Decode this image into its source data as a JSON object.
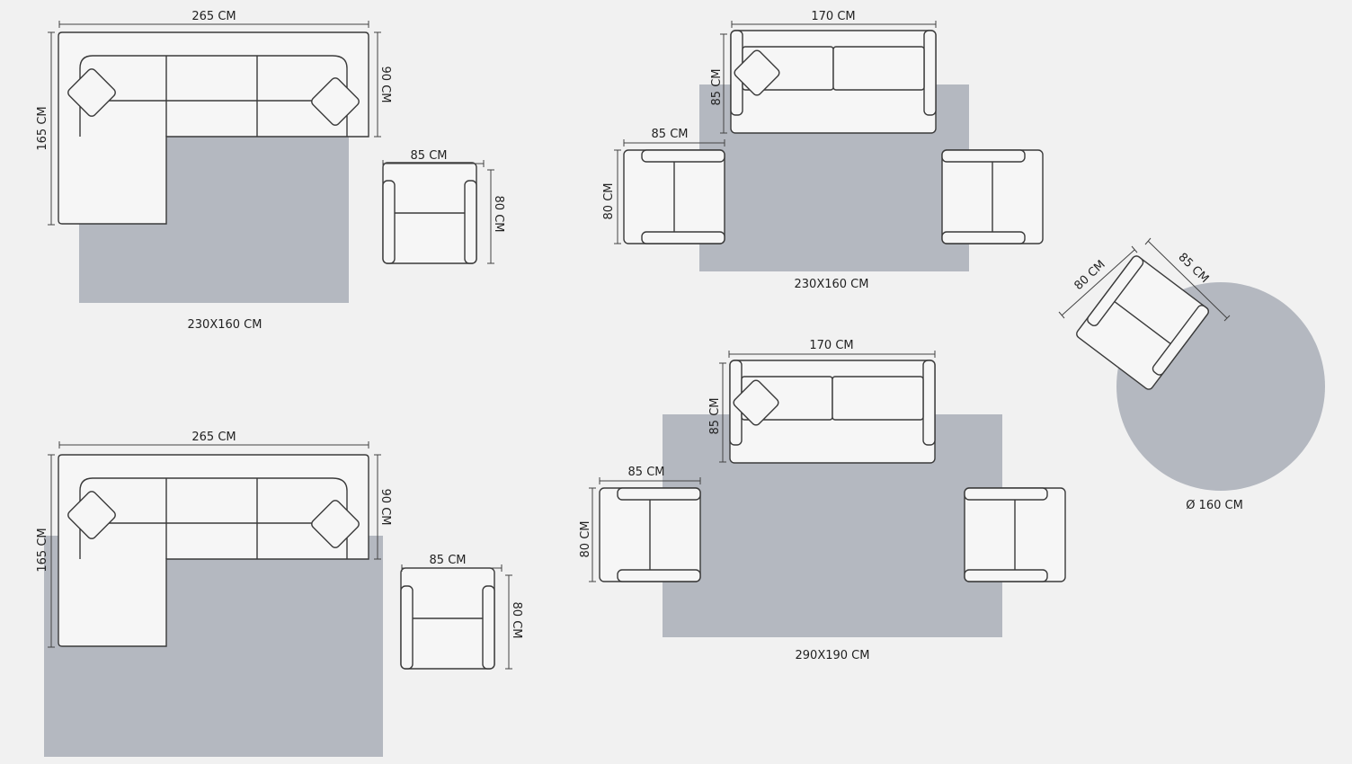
{
  "background_color": "#f1f1f1",
  "rug_color": "#b4b8c0",
  "line_color": "#3a3a3a",
  "layouts": {
    "corner_sofa_small_rug": {
      "sofa_width": "265 CM",
      "sofa_depth": "90 CM",
      "chaise_depth": "165 CM",
      "chair_width": "85 CM",
      "chair_depth": "80 CM",
      "rug_size": "230X160 CM"
    },
    "sofa_two_chairs_small_rug": {
      "sofa_width": "170 CM",
      "sofa_depth": "85 CM",
      "chair_width": "85 CM",
      "chair_depth": "80 CM",
      "rug_size": "230X160 CM"
    },
    "round_rug_chair": {
      "chair_width": "85 CM",
      "chair_depth": "80 CM",
      "rug_size": "Ø 160 CM"
    },
    "corner_sofa_large_rug": {
      "sofa_width": "265 CM",
      "sofa_depth": "90 CM",
      "chaise_depth": "165 CM",
      "chair_width": "85 CM",
      "chair_depth": "80 CM"
    },
    "sofa_two_chairs_large_rug": {
      "sofa_width": "170 CM",
      "sofa_depth": "85 CM",
      "chair_width": "85 CM",
      "chair_depth": "80 CM",
      "rug_size": "290X190 CM"
    }
  }
}
